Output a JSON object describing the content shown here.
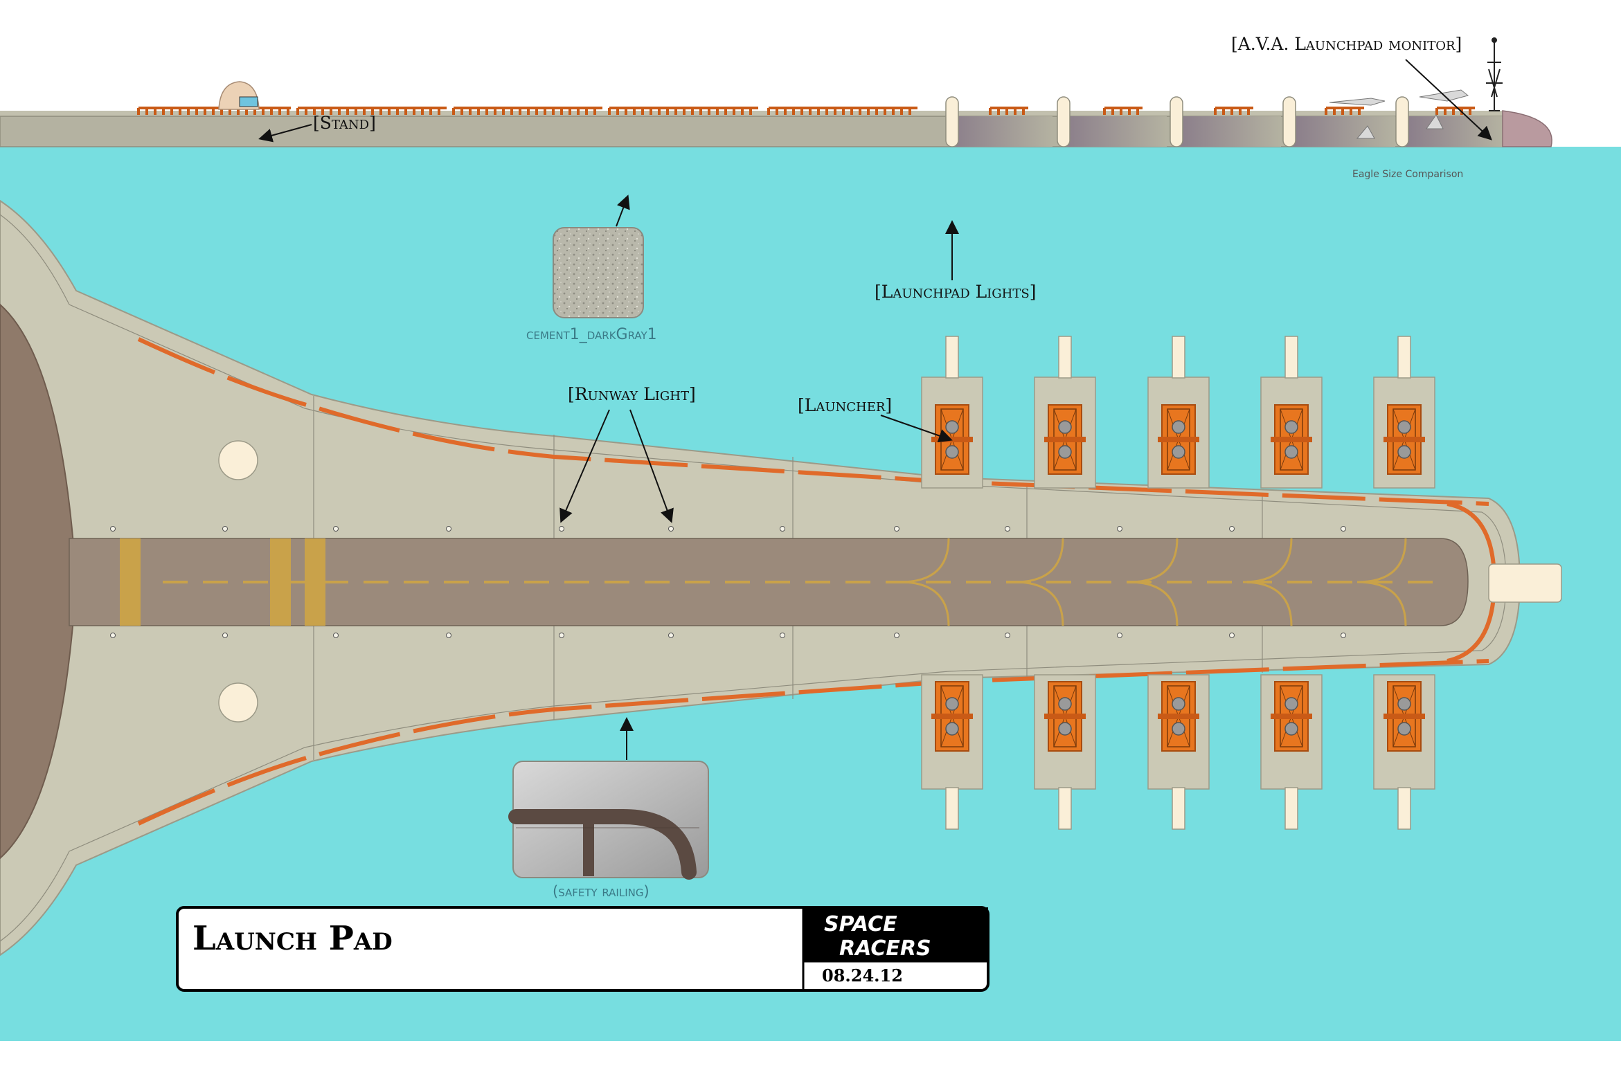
{
  "labels": {
    "stand": "[Stand]",
    "ava_monitor": "[A.V.A. Launchpad monitor]",
    "eagle_comparison": "Eagle Size Comparison",
    "launchpad_lights": "[Launchpad Lights]",
    "runway_light": "[Runway Light]",
    "launcher": "[Launcher]",
    "cement_swatch": "cement1_darkGray1",
    "safety_railing": "(safety railing)"
  },
  "title_block": {
    "title": "Launch Pad",
    "logo_line1": "SPACE",
    "logo_line2": "RACERS",
    "date": "08.24.12"
  },
  "colors": {
    "water": "#77dee0",
    "pad": "#cbc9b5",
    "cement_wall": "#b4b2a1",
    "runway": "#9b8a7b",
    "crater": "#8f7a6a",
    "rail_orange": "#e06a2a",
    "marking_yellow": "#c9a24a",
    "light_post": "#faefd8"
  }
}
